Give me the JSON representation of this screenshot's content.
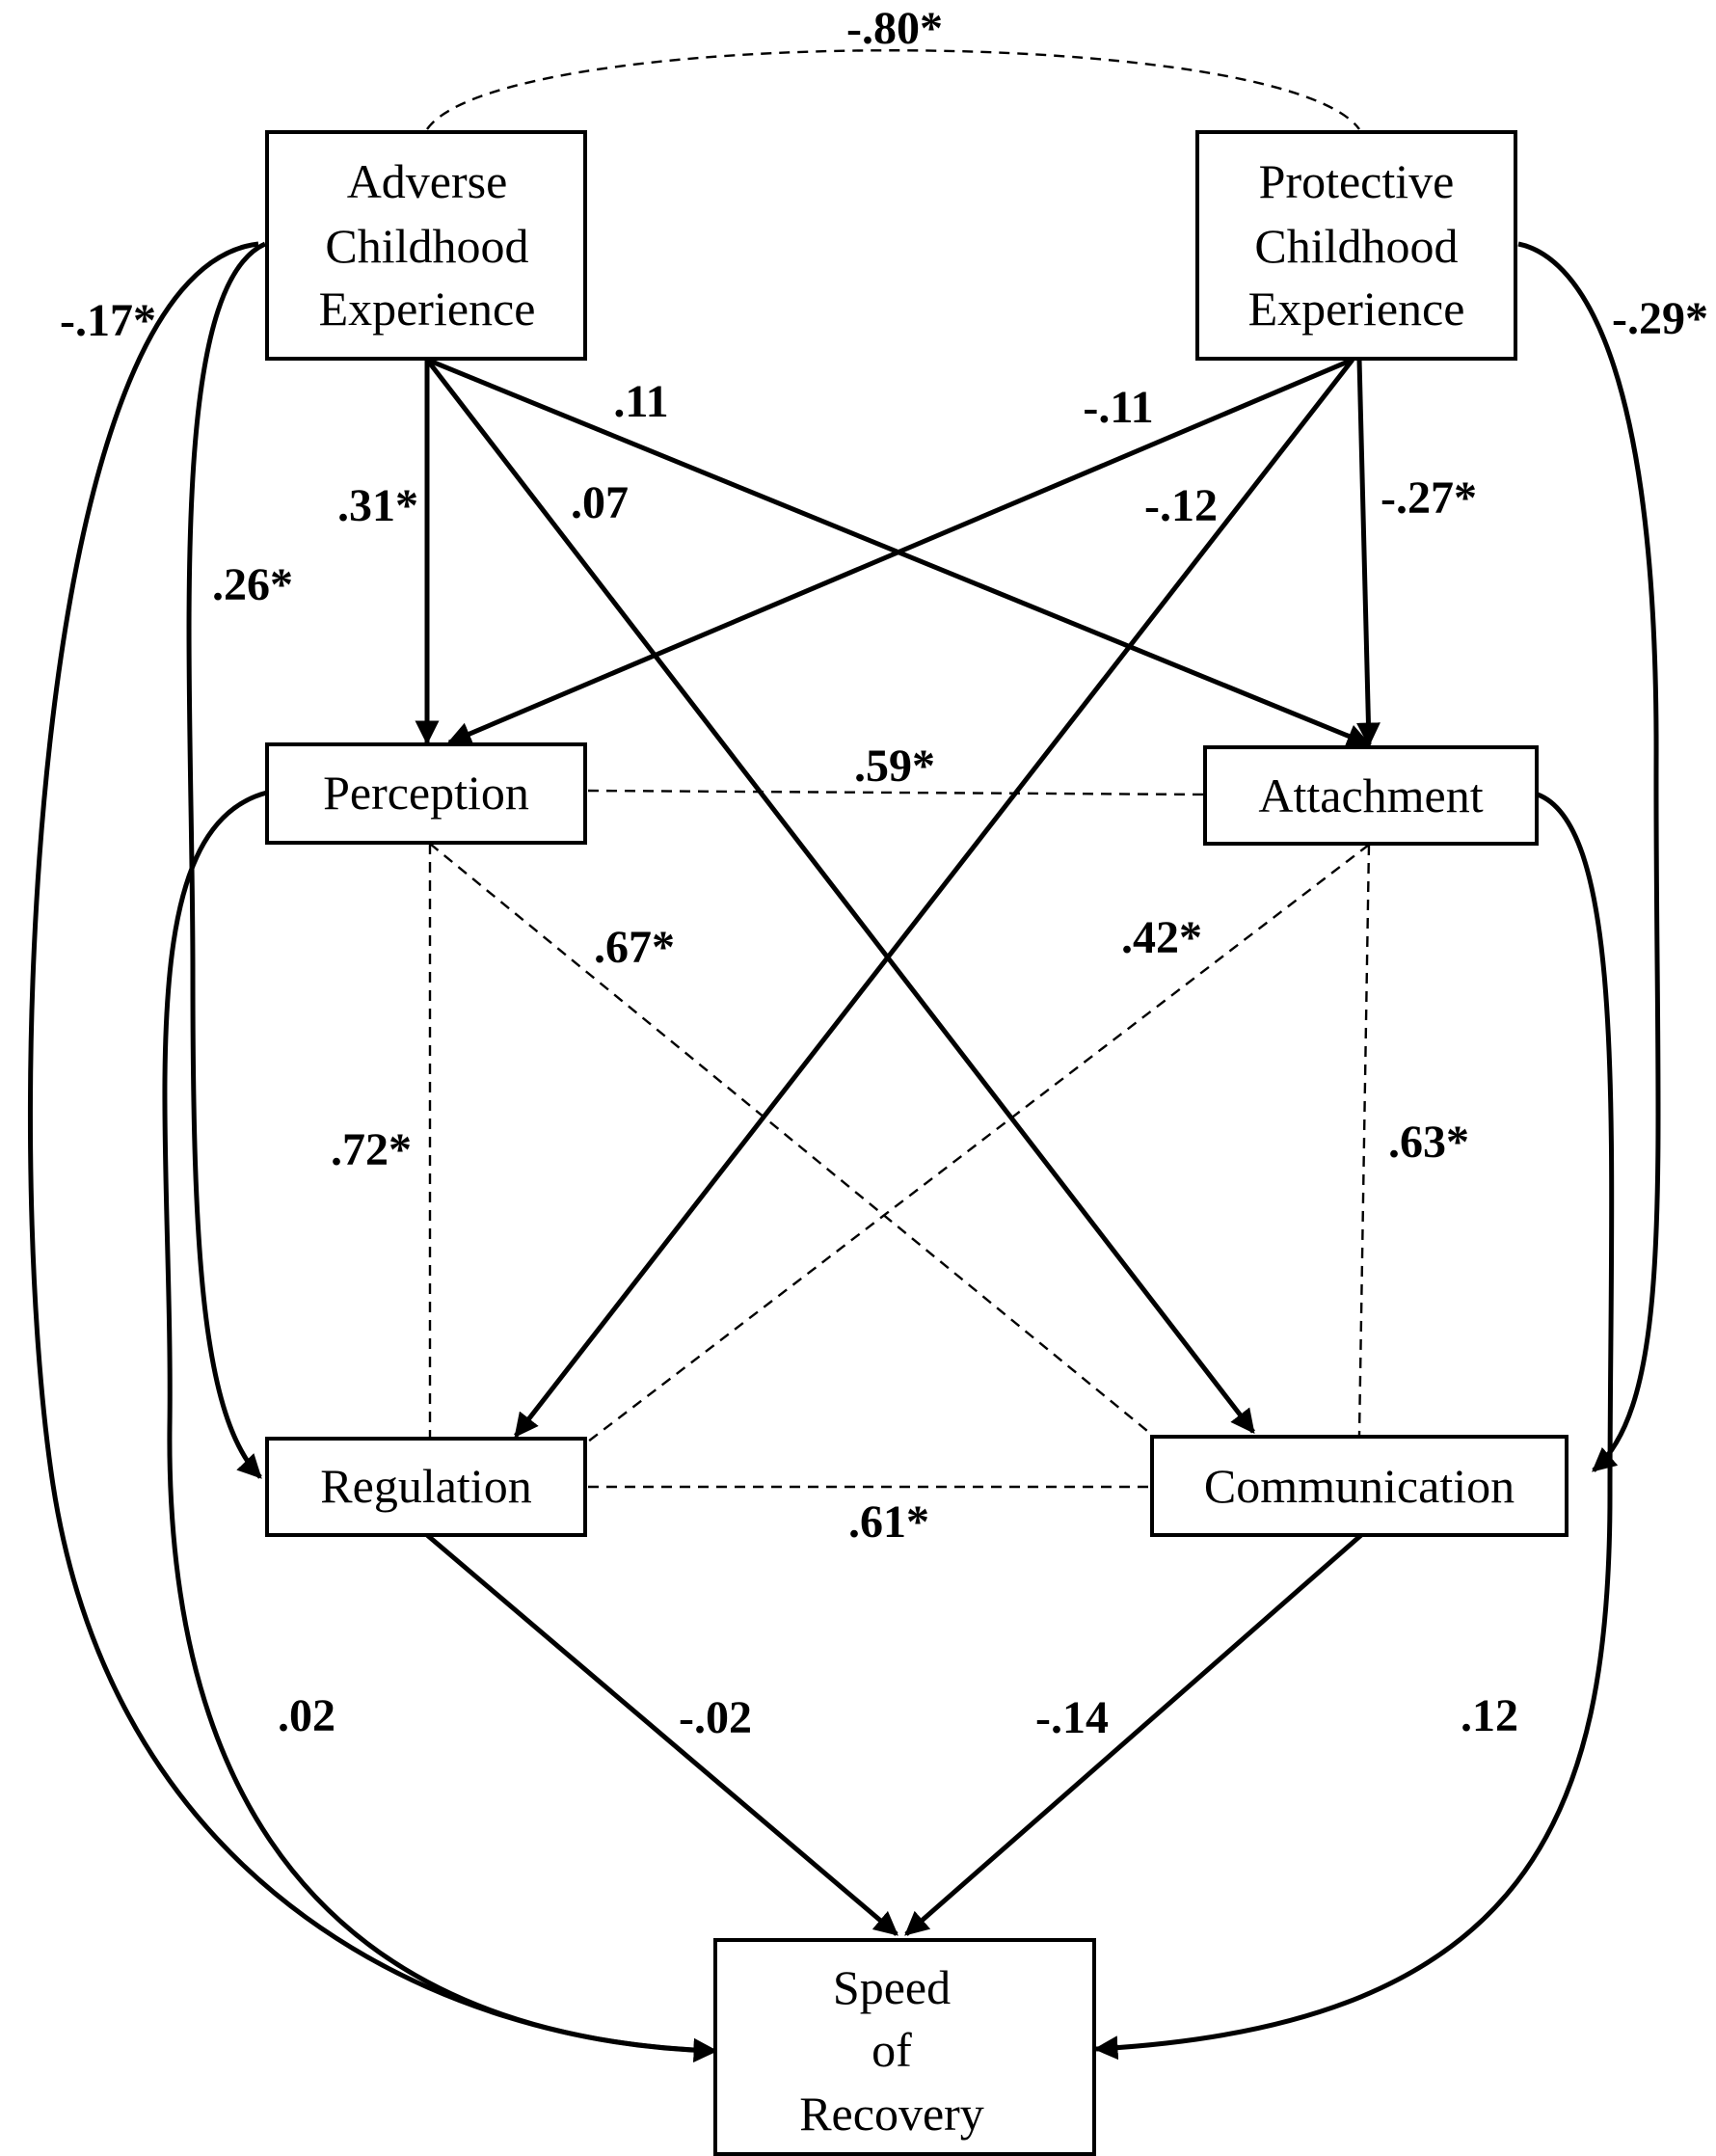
{
  "nodes": {
    "ace": {
      "lines": [
        "Adverse",
        "Childhood",
        "Experience"
      ]
    },
    "pce": {
      "lines": [
        "Protective",
        "Childhood",
        "Experience"
      ]
    },
    "perception": {
      "lines": [
        "Perception"
      ]
    },
    "attachment": {
      "lines": [
        "Attachment"
      ]
    },
    "regulation": {
      "lines": [
        "Regulation"
      ]
    },
    "communication": {
      "lines": [
        "Communication"
      ]
    },
    "recovery": {
      "lines": [
        "Speed",
        "of",
        "Recovery"
      ]
    }
  },
  "coefficients": {
    "ace_pce": "-.80*",
    "ace_recovery": "-.17*",
    "ace_regulation": ".26*",
    "ace_perception": ".31*",
    "ace_communication": ".07",
    "ace_attachment": ".11",
    "pce_perception": "-.11",
    "pce_regulation": "-.12",
    "pce_attachment": "-.27*",
    "pce_communication": "-.29*",
    "perception_attachment": ".59*",
    "perception_communication": ".67*",
    "attachment_regulation": ".42*",
    "perception_regulation": ".72*",
    "attachment_communication": ".63*",
    "regulation_communication": ".61*",
    "perception_recovery": ".02",
    "regulation_recovery": "-.02",
    "communication_recovery": "-.14",
    "attachment_recovery": ".12"
  },
  "colors": {
    "ink": "#000000",
    "background": "#ffffff"
  }
}
